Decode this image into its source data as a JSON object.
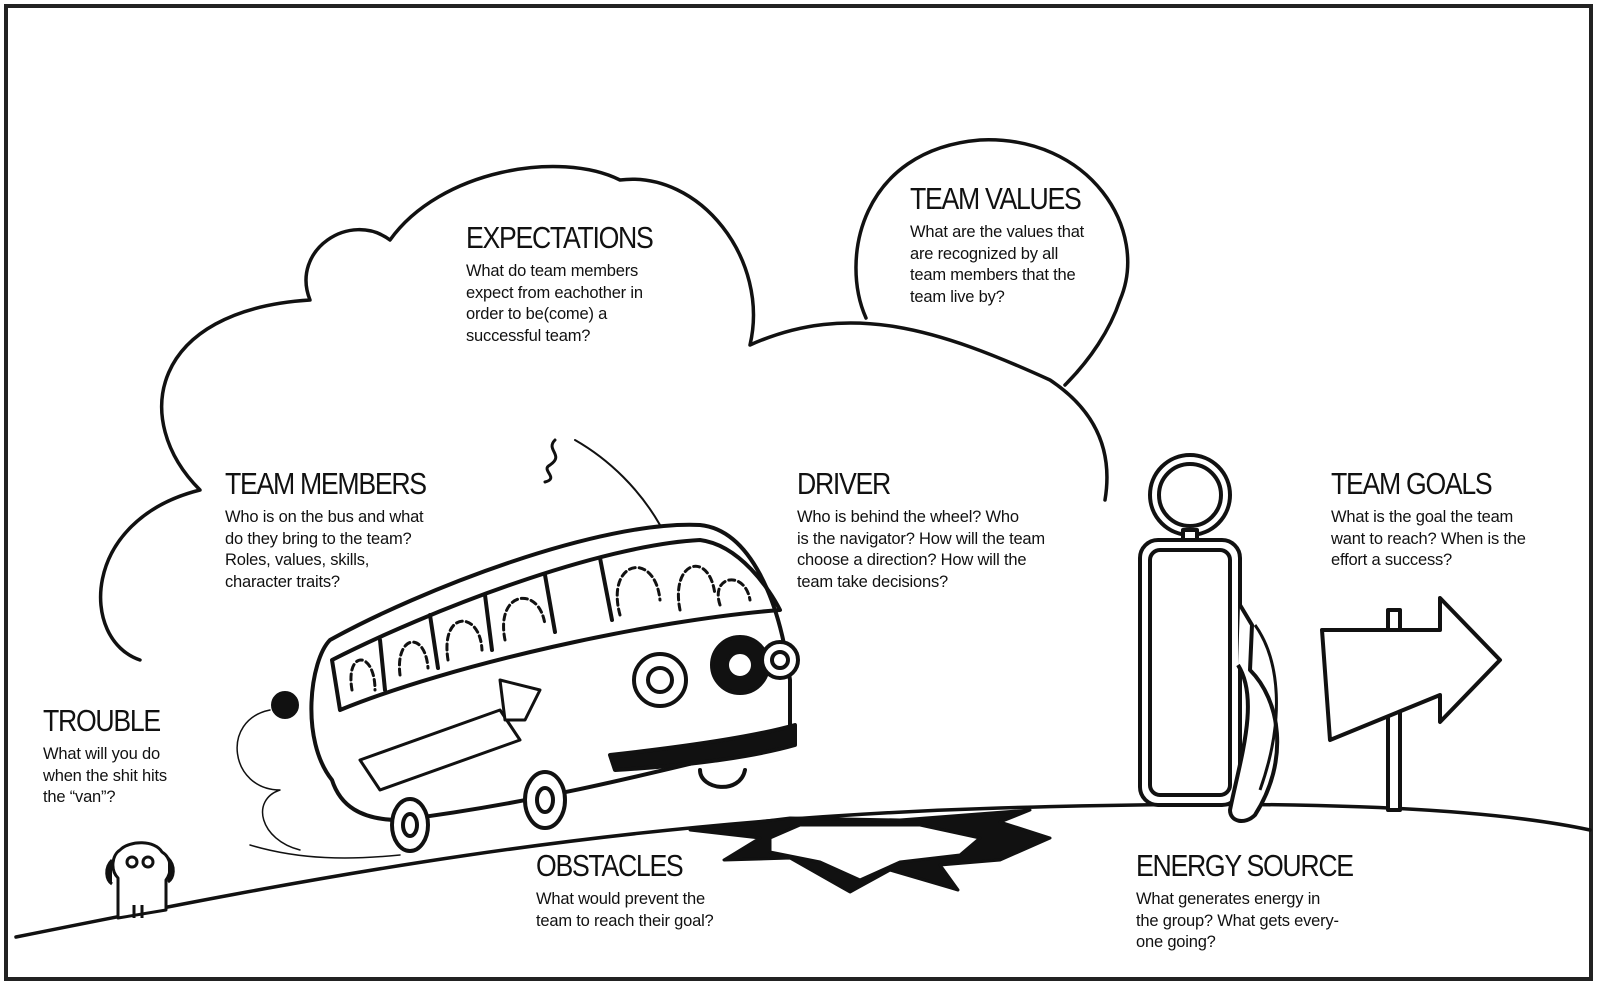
{
  "sections": {
    "expectations": {
      "title": "EXPECTATIONS",
      "lines": [
        "What do team members",
        "expect from eachother in",
        "order to be(come) a",
        "successful team?"
      ]
    },
    "team_values": {
      "title": "TEAM VALUES",
      "lines": [
        "What are the values that",
        "are recognized by all",
        "team members that the",
        "team live by?"
      ]
    },
    "team_members": {
      "title": "TEAM MEMBERS",
      "lines": [
        "Who is on the bus and what",
        "do they bring to the team?",
        "Roles, values, skills,",
        "character traits?"
      ]
    },
    "driver": {
      "title": "DRIVER",
      "lines": [
        "Who is behind the wheel? Who",
        "is the navigator? How will the team",
        "choose a direction? How will the",
        "team take decisions?"
      ]
    },
    "team_goals": {
      "title": "TEAM GOALS",
      "lines": [
        "What is the goal the team",
        "want to reach? When is the",
        "effort a success?"
      ]
    },
    "trouble": {
      "title": "TROUBLE",
      "lines": [
        "What will you do",
        "when the shit hits",
        "the “van”?"
      ]
    },
    "obstacles": {
      "title": "OBSTACLES",
      "lines": [
        "What would prevent the",
        "team to reach their goal?"
      ]
    },
    "energy_source": {
      "title": "ENERGY SOURCE",
      "lines": [
        "What generates energy in",
        "the group? What gets every-",
        "one going?"
      ]
    }
  },
  "illustration": {
    "cloud": "thought-cloud",
    "bubble": "team-values-circle",
    "bus": "van-with-team-members",
    "pump": "fuel-pump-icon",
    "sign": "arrow-signpost-icon",
    "dog": "dog-icon",
    "crack": "ground-crack",
    "ink": "#111111",
    "paper": "#ffffff"
  }
}
